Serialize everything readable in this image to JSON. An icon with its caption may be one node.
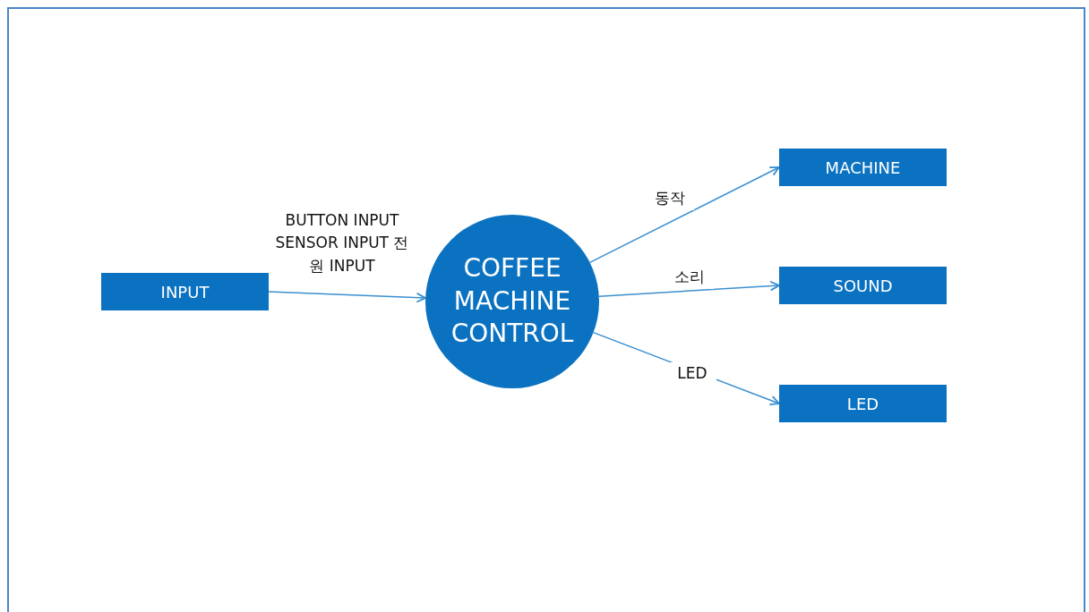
{
  "diagram": {
    "nodes": [
      {
        "text": [
          "INPUT"
        ]
      },
      {
        "text": [
          "COFFEE MACHINE CONTROL"
        ]
      },
      {
        "text": [
          "MACHINE"
        ]
      },
      {
        "text": [
          "SOUND"
        ]
      },
      {
        "text": [
          "LED"
        ]
      }
    ],
    "edges": [
      {
        "from": 0,
        "to": 1,
        "arrow": "to",
        "label": "BUTTON INPUT SENSOR INPUT 전원 INPUT"
      },
      {
        "from": 1,
        "to": 2,
        "arrow": "to",
        "label": "동작"
      },
      {
        "from": 1,
        "to": 3,
        "arrow": "to",
        "label": "소리"
      },
      {
        "from": 1,
        "to": 4,
        "arrow": "to",
        "label": "LED"
      }
    ]
  }
}
